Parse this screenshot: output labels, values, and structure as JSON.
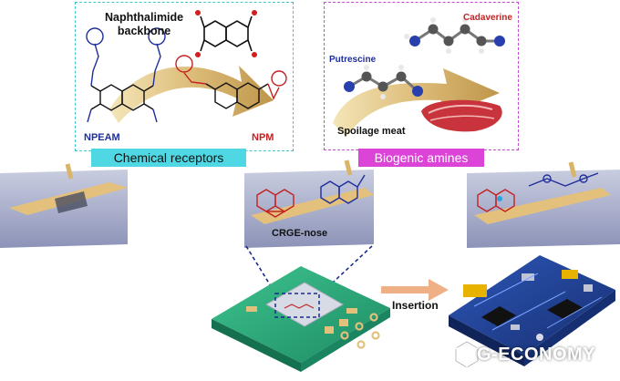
{
  "colors": {
    "cyan_border": "#3fc6cf",
    "cyan_banner": "#4fd8e4",
    "magenta_border": "#c24bcf",
    "magenta_banner": "#db44d6",
    "blue_molecule": "#1f2f9a",
    "red_molecule": "#c42222",
    "gold": "#d9b56a",
    "chip_green": "#2aa87a",
    "board_blue": "#1e3c8c"
  },
  "receptor_panel": {
    "title_line1": "Naphthalimide",
    "title_line2": "backbone",
    "label_left": "NPEAM",
    "label_right": "NPM",
    "banner": "Chemical receptors"
  },
  "amine_panel": {
    "label_cadaverine": "Cadaverine",
    "label_putrescine": "Putrescine",
    "label_meat": "Spoilage meat",
    "banner": "Biogenic amines"
  },
  "device": {
    "label": "CRGE-nose"
  },
  "assembly": {
    "label": "Insertion"
  },
  "watermark": {
    "text": "G-ECONOMY"
  }
}
